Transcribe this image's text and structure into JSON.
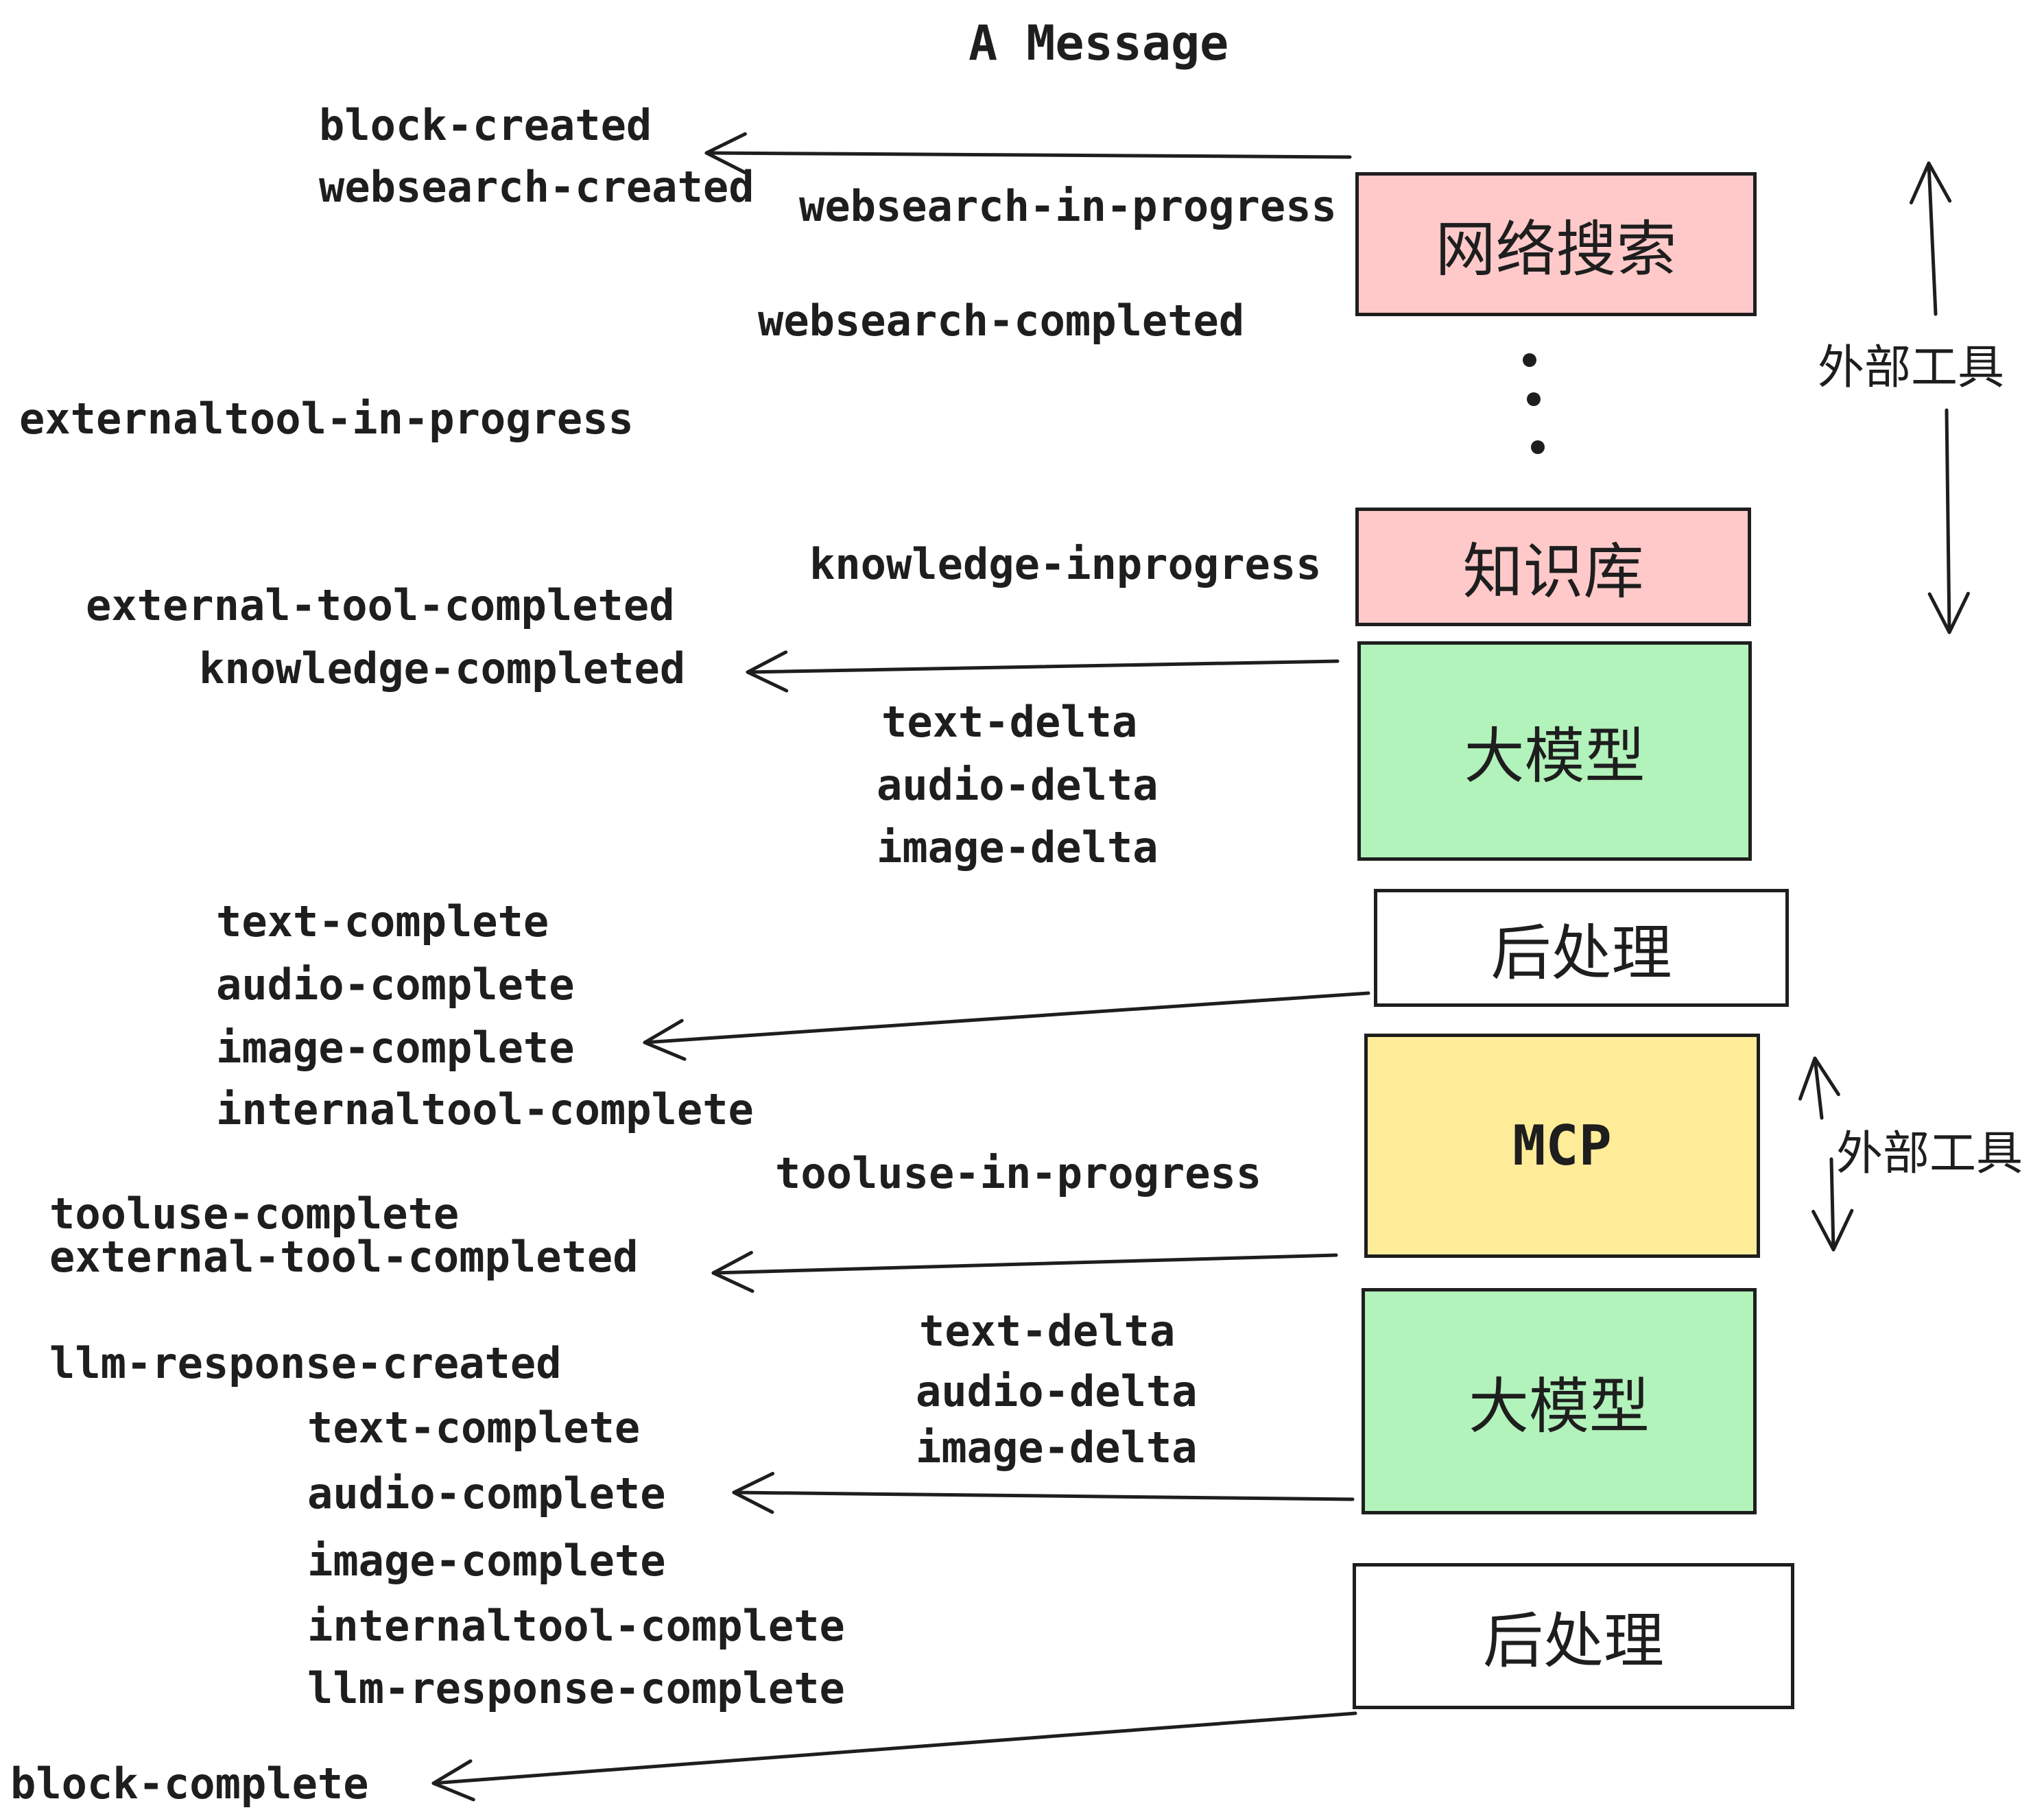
{
  "page": {
    "title": "A Message",
    "background": "#ffffff",
    "ink_color": "#1e1e1e"
  },
  "colors": {
    "pink_box": "#ffc9c9",
    "green_box": "#b2f2bb",
    "yellow_box": "#ffec99",
    "white_box": "#ffffff",
    "stroke": "#1e1e1e"
  },
  "boxes": [
    {
      "id": "websearch",
      "label": "网络搜索",
      "fill": "#ffc9c9"
    },
    {
      "id": "knowledge",
      "label": "知识库",
      "fill": "#ffc9c9"
    },
    {
      "id": "llm-1",
      "label": "大模型",
      "fill": "#b2f2bb"
    },
    {
      "id": "post-1",
      "label": "后处理",
      "fill": "#ffffff"
    },
    {
      "id": "mcp",
      "label": "MCP",
      "fill": "#ffec99"
    },
    {
      "id": "llm-2",
      "label": "大模型",
      "fill": "#b2f2bb"
    },
    {
      "id": "post-2",
      "label": "后处理",
      "fill": "#ffffff"
    }
  ],
  "events": [
    {
      "text": "block-created"
    },
    {
      "text": "websearch-created"
    },
    {
      "text": "websearch-in-progress"
    },
    {
      "text": "websearch-completed"
    },
    {
      "text": "externaltool-in-progress"
    },
    {
      "text": "knowledge-inprogress"
    },
    {
      "text": "external-tool-completed"
    },
    {
      "text": "knowledge-completed"
    },
    {
      "text": "text-delta"
    },
    {
      "text": "audio-delta"
    },
    {
      "text": "image-delta"
    },
    {
      "text": "text-complete"
    },
    {
      "text": "audio-complete"
    },
    {
      "text": "image-complete"
    },
    {
      "text": "internaltool-complete"
    },
    {
      "text": "tooluse-in-progress"
    },
    {
      "text": "tooluse-complete"
    },
    {
      "text": "external-tool-completed"
    },
    {
      "text": "llm-response-created"
    },
    {
      "text": "text-complete"
    },
    {
      "text": "text-delta"
    },
    {
      "text": "audio-delta"
    },
    {
      "text": "image-delta"
    },
    {
      "text": "audio-complete"
    },
    {
      "text": "image-complete"
    },
    {
      "text": "internaltool-complete"
    },
    {
      "text": "llm-response-complete"
    },
    {
      "text": "block-complete"
    }
  ],
  "side_labels": [
    {
      "text": "外部工具"
    },
    {
      "text": "外部工具"
    }
  ]
}
